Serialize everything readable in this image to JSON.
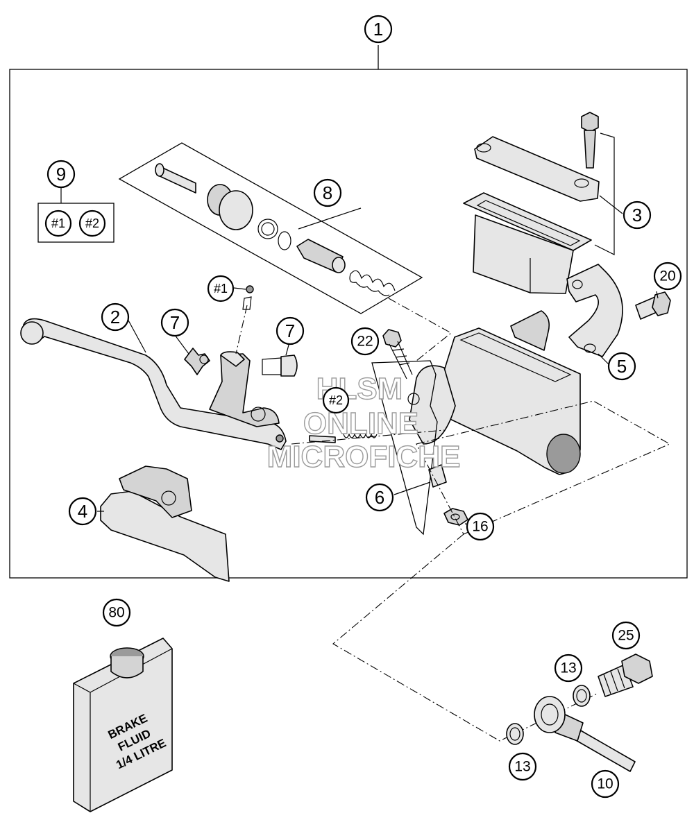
{
  "callouts": {
    "c1": "1",
    "c2": "2",
    "c3": "3",
    "c4": "4",
    "c5": "5",
    "c6": "6",
    "c7a": "7",
    "c7b": "7",
    "c8": "8",
    "c9": "9",
    "c10": "10",
    "c13a": "13",
    "c13b": "13",
    "c16": "16",
    "c20": "20",
    "c22": "22",
    "c25": "25",
    "c80": "80",
    "h1": "#1",
    "h2": "#2",
    "h1b": "#1",
    "h2b": "#2"
  },
  "can_label": [
    "BRAKE",
    "FLUID",
    "1/4 LITRE"
  ],
  "watermark": [
    "HLSM",
    "ONLINE",
    "MICROFICHE"
  ]
}
